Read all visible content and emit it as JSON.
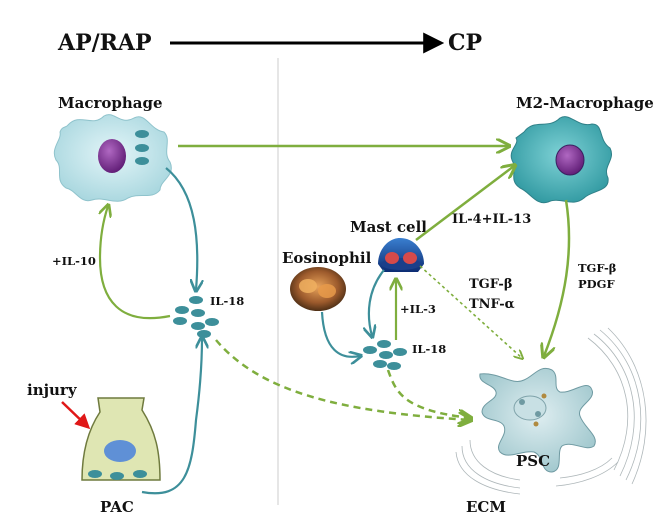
{
  "header": {
    "left_stage": "AP/RAP",
    "right_stage": "CP"
  },
  "cells": {
    "macrophage": "Macrophage",
    "m2_macrophage": "M2-Macrophage",
    "mast_cell": "Mast cell",
    "eosinophil": "Eosinophil",
    "psc": "PSC",
    "pac": "PAC",
    "ecm": "ECM"
  },
  "signals": {
    "il18_left": "IL-18",
    "il18_right": "IL-18",
    "il10": "+IL-10",
    "il3": "+IL-3",
    "il4_il13": "IL-4+IL-13",
    "tgf_b": "TGF-β",
    "tnf_a": "TNF-α",
    "tgf_b_right": "TGF-β",
    "pdgf": "PDGF"
  },
  "injury": "injury",
  "colors": {
    "green": "#7fae3e",
    "teal": "#3d8f9a",
    "cyan_cell": "#bfe4ea",
    "m2_cell": "#4fb7be",
    "nucleus": "#7a2c8f",
    "red_arrow": "#e01818",
    "pac_cell": "#dfe6b3"
  }
}
